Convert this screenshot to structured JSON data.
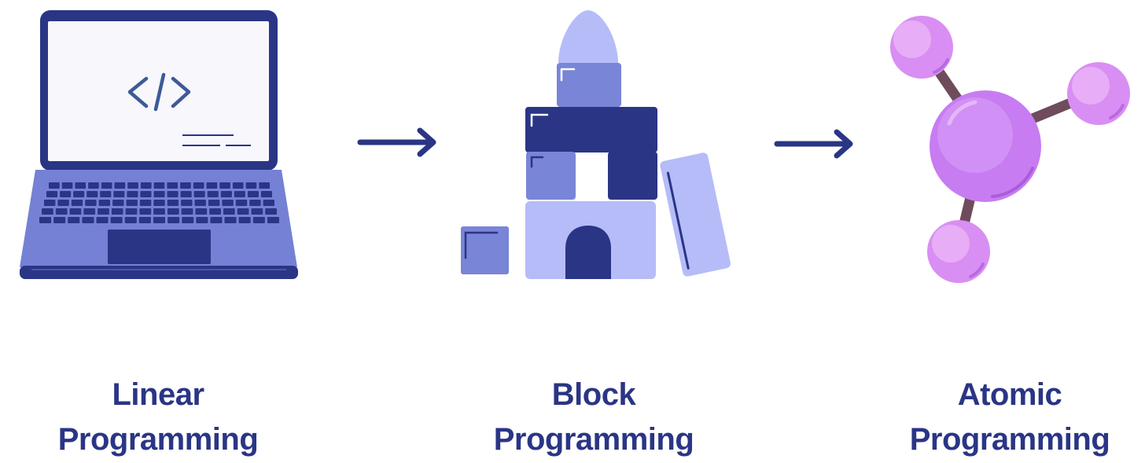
{
  "stages": [
    {
      "line1": "Linear",
      "line2": "Programming",
      "icon": "laptop-code-icon"
    },
    {
      "line1": "Block",
      "line2": "Programming",
      "icon": "building-blocks-icon"
    },
    {
      "line1": "Atomic",
      "line2": "Programming",
      "icon": "molecule-icon"
    }
  ],
  "connectors": [
    "arrow-right-icon",
    "arrow-right-icon"
  ],
  "colors": {
    "navy": "#2a3585",
    "laptop_body": "#7481d4",
    "screen": "#f7f7fc",
    "block_light": "#b5bcf7",
    "block_mid": "#7985d6",
    "atom": "#c77cf2",
    "atom_small": "#d98ef3",
    "bond": "#6e4c5c"
  }
}
